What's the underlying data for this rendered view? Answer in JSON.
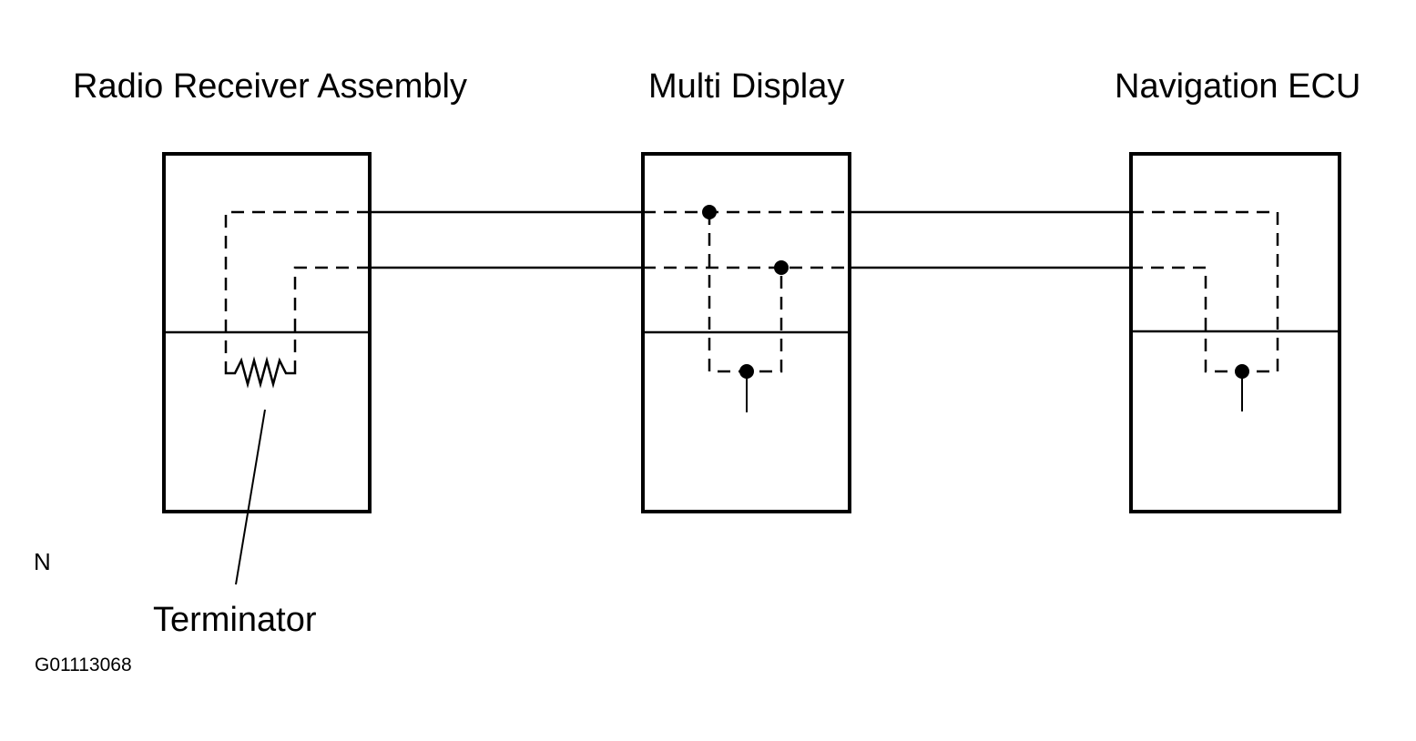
{
  "components": {
    "radio": "Radio Receiver Assembly",
    "multi_display": "Multi Display",
    "navigation": "Navigation ECU"
  },
  "callout": "Terminator",
  "corner_letter": "N",
  "figure_code": "G01113068"
}
